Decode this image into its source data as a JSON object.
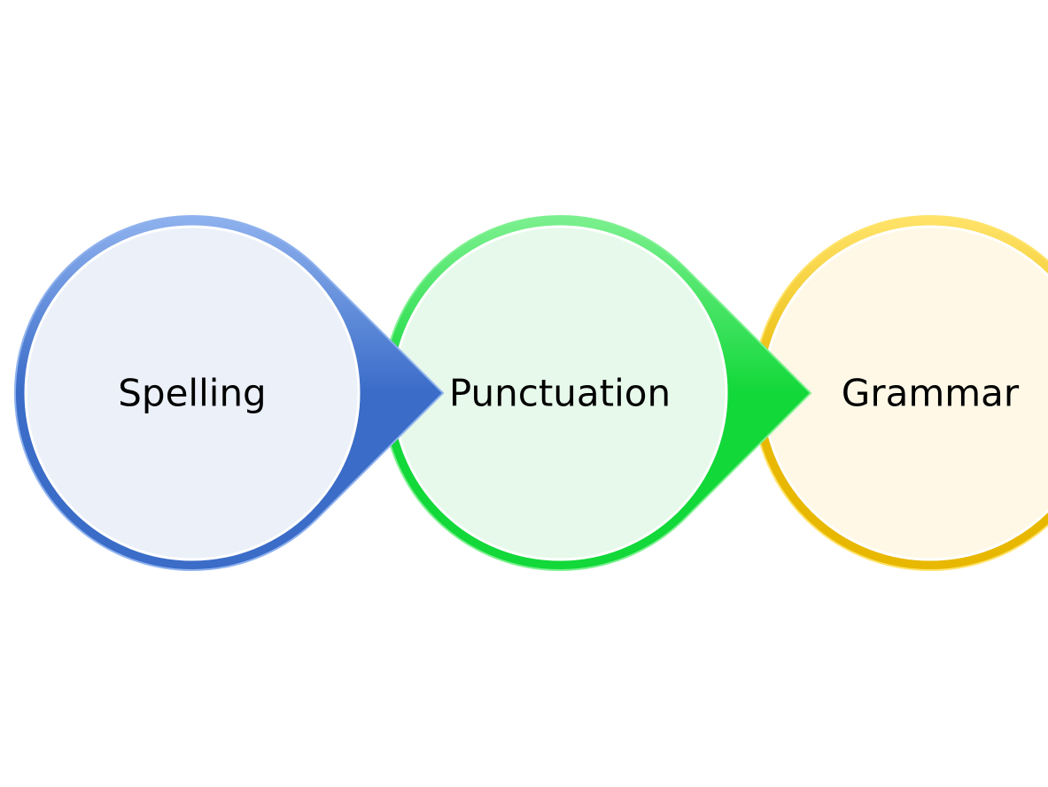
{
  "steps": [
    {
      "label": "Spelling",
      "ring": "#3a6cc8",
      "ring_light": "#8fb2ee",
      "fill": "#ebf0f9"
    },
    {
      "label": "Punctuation",
      "ring": "#12d83a",
      "ring_light": "#7cf08f",
      "fill": "#e6f9ea"
    },
    {
      "label": "Grammar",
      "ring": "#e8b800",
      "ring_light": "#ffe36a",
      "fill": "#fff8e6"
    }
  ]
}
